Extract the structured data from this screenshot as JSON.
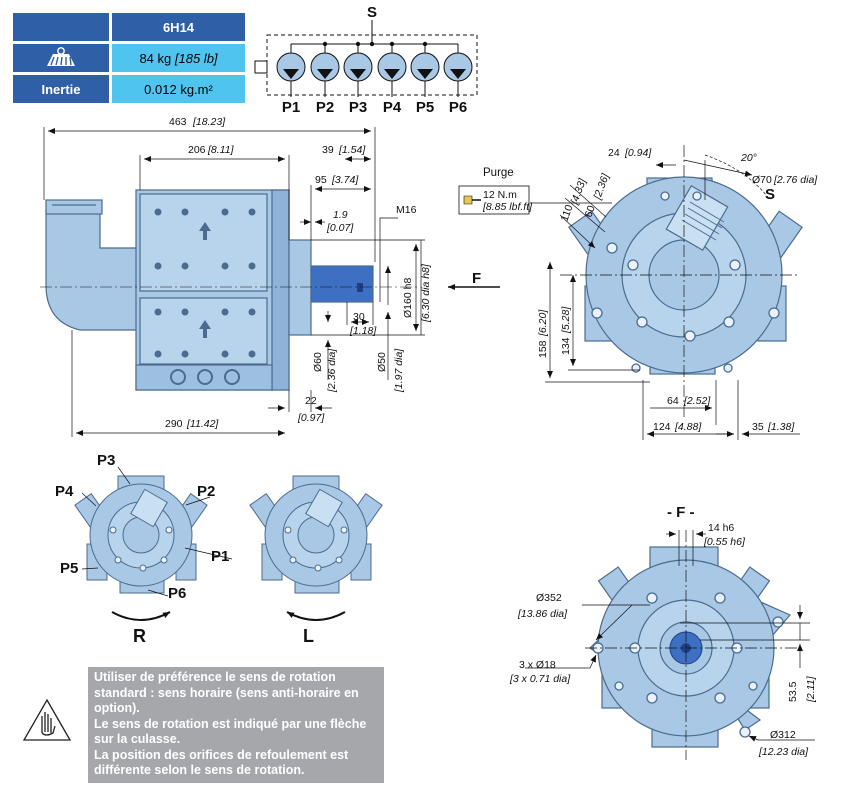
{
  "spec_table": {
    "header": "6H14",
    "weight_icon": "weight-icon",
    "weight": "84 kg",
    "weight_imperial": "[185 lb]",
    "inertia_label": "Inertie",
    "inertia_value": "0.012 kg.m²"
  },
  "schematic": {
    "shared_port": "S",
    "pistons": [
      "P1",
      "P2",
      "P3",
      "P4",
      "P5",
      "P6"
    ]
  },
  "side_view": {
    "overall_length": "463",
    "overall_length_in": "[18.23]",
    "body_length": "206",
    "body_length_in": "[8.11]",
    "flange_to_end": "39",
    "flange_to_end_in": "[1.54]",
    "shaft_length": "95",
    "shaft_length_in": "[3.74]",
    "shaft_offset": "1.9",
    "shaft_offset_in": "[0.07]",
    "thread": "M16",
    "spigot_dia": "Ø160 h8",
    "spigot_dia_in": "[6.30 dia h8]",
    "key_length": "30",
    "key_length_in": "[1.18]",
    "shaft_dia_60": "Ø60",
    "shaft_dia_60_in": "[2.36 dia]",
    "shaft_dia_50": "Ø50",
    "shaft_dia_50_in": "[1.97 dia]",
    "flange_thickness": "22",
    "flange_thickness_in": "[0.97]",
    "rear_length": "290",
    "rear_length_in": "[11.42]",
    "view_arrow": "F"
  },
  "rear_view": {
    "purge_label": "Purge",
    "purge_torque": "12 N.m",
    "purge_torque_in": "[8.85 lbf.ft]",
    "offset_24": "24",
    "offset_24_in": "[0.94]",
    "angle": "20°",
    "port_dia": "Ø70",
    "port_dia_in": "[2.76 dia]",
    "port_label": "S",
    "dim_110": "110",
    "dim_110_in": "[4.33]",
    "dim_60": "60",
    "dim_60_in": "[2.36]",
    "dim_158": "158",
    "dim_158_in": "[6.20]",
    "dim_134": "134",
    "dim_134_in": "[5.28]",
    "dim_64": "64",
    "dim_64_in": "[2.52]",
    "dim_124": "124",
    "dim_124_in": "[4.88]",
    "dim_35": "35",
    "dim_35_in": "[1.38]"
  },
  "rotation": {
    "right_label": "R",
    "left_label": "L",
    "ports": [
      "P3",
      "P4",
      "P2",
      "P1",
      "P5",
      "P6"
    ]
  },
  "front_view": {
    "title": "- F -",
    "key_width": "14 h6",
    "key_width_in": "[0.55 h6]",
    "outer_dia": "Ø352",
    "outer_dia_in": "[13.86 dia]",
    "holes": "3 x Ø18",
    "holes_in": "[3 x 0.71 dia]",
    "key_height": "53.5",
    "key_height_in": "[2.11]",
    "pcd": "Ø312",
    "pcd_in": "[12.23 dia]"
  },
  "note": {
    "icon": "hand-manual-icon",
    "line1": "Utiliser de préférence le sens de rotation standard : sens horaire (sens anti-horaire en option).",
    "line2": "Le sens de rotation est indiqué par une flèche sur la culasse.",
    "line3": "La position des orifices de refoulement est différente selon le sens de rotation."
  },
  "colors": {
    "body": "#a9c8e6",
    "body_dark": "#7fa6cc",
    "shaft": "#3d6fc2",
    "header": "#2f5fa6",
    "value": "#4fc4ee"
  }
}
